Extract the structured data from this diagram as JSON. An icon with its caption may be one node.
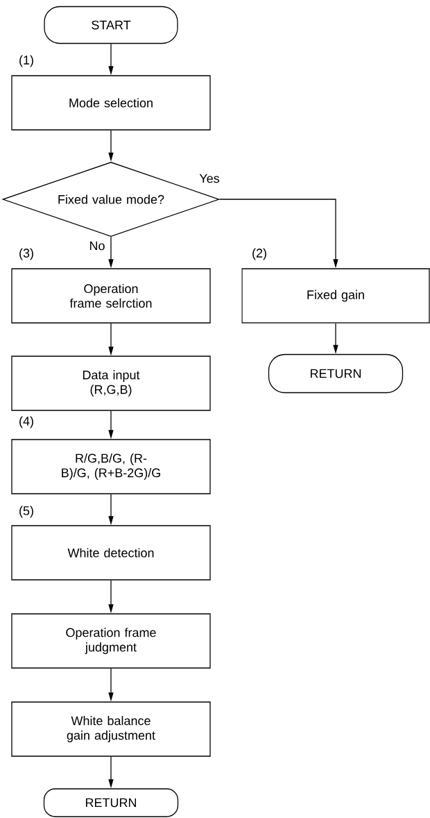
{
  "diagram": {
    "nodes": [
      {
        "text": [
          "START"
        ]
      },
      {
        "text": [
          "Mode selection"
        ],
        "beside": [
          "(1)"
        ]
      },
      {
        "text": [
          "Fixed value mode?"
        ]
      },
      {
        "text": [
          "Operation frame selrction"
        ],
        "beside": [
          "(3)"
        ]
      },
      {
        "text": [
          "Fixed gain"
        ],
        "beside": [
          "(2)"
        ]
      },
      {
        "text": [
          "RETURN"
        ]
      },
      {
        "text": [
          "Data input (R,G,B)"
        ]
      },
      {
        "text": [
          "R/G,B/G, (R-B)/G, (R+B-2G)/G"
        ],
        "beside": [
          "(4)"
        ]
      },
      {
        "text": [
          "White detection"
        ],
        "beside": [
          "(5)"
        ]
      },
      {
        "text": [
          "Operation frame judgment"
        ]
      },
      {
        "text": [
          "White balance gain adjustment"
        ]
      },
      {
        "text": [
          "RETURN"
        ]
      }
    ],
    "edges": [
      {
        "from": 0,
        "to": 1,
        "arrow": "to"
      },
      {
        "from": 1,
        "to": 2,
        "arrow": "to"
      },
      {
        "from": 2,
        "to": 4,
        "arrow": "to",
        "label": "Yes"
      },
      {
        "from": 2,
        "to": 3,
        "arrow": "to",
        "label": "No"
      },
      {
        "from": 4,
        "to": 5,
        "arrow": "to"
      },
      {
        "from": 3,
        "to": 6,
        "arrow": "to"
      },
      {
        "from": 6,
        "to": 7,
        "arrow": "to"
      },
      {
        "from": 7,
        "to": 8,
        "arrow": "to"
      },
      {
        "from": 8,
        "to": 9,
        "arrow": "to"
      },
      {
        "from": 9,
        "to": 10,
        "arrow": "to"
      },
      {
        "from": 10,
        "to": 11,
        "arrow": "to"
      }
    ]
  }
}
